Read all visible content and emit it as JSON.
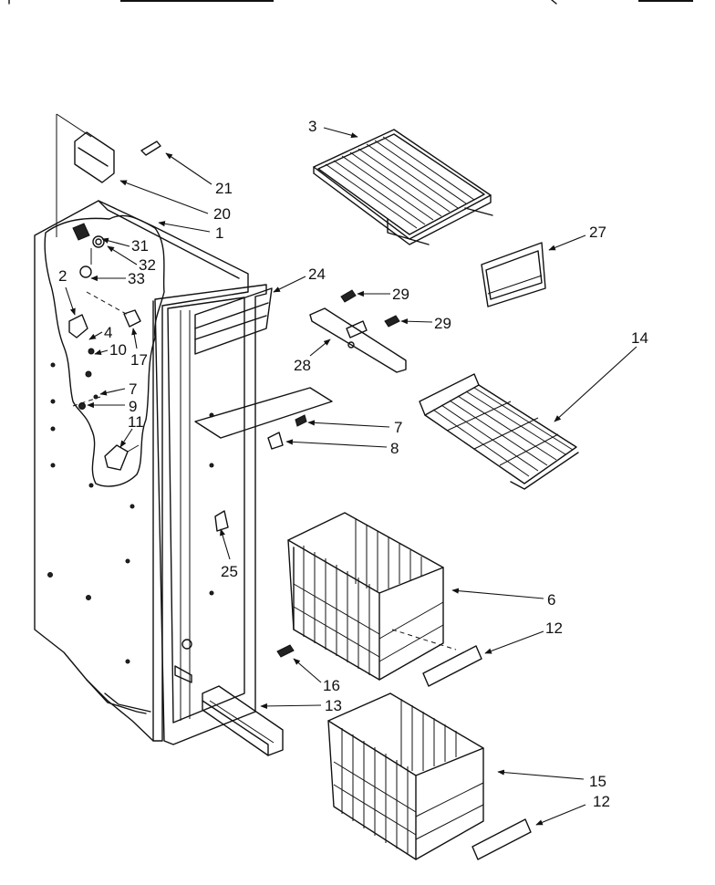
{
  "callouts": [
    "3",
    "21",
    "20",
    "1",
    "27",
    "31",
    "32",
    "2",
    "33",
    "24",
    "29",
    "29",
    "4",
    "28",
    "10",
    "17",
    "14",
    "7",
    "9",
    "7",
    "11",
    "8",
    "25",
    "6",
    "12",
    "16",
    "13",
    "15",
    "12"
  ]
}
